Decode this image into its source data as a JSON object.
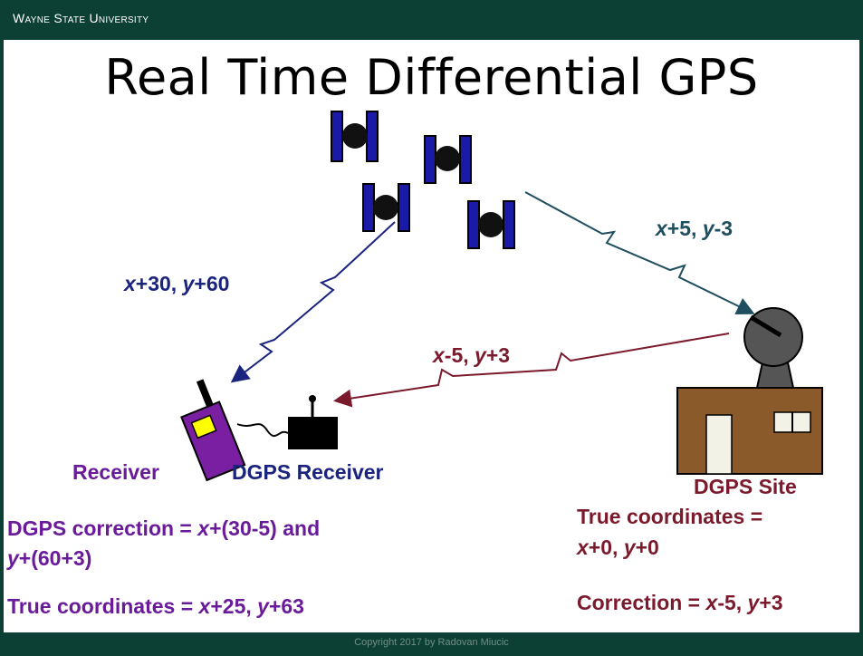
{
  "header": {
    "institution": "Wayne State University"
  },
  "title": "Real Time Differential GPS",
  "footer": {
    "copyright": "Copyright 2017 by Radovan Miucic"
  },
  "signals": {
    "to_receiver": {
      "x": "x",
      "x_val": "+30, ",
      "y": "y",
      "y_val": "+60"
    },
    "to_site": {
      "x": "x",
      "x_val": "+5, ",
      "y": "y",
      "y_val": "-3"
    },
    "broadcast": {
      "x": "x",
      "x_val": "-5, ",
      "y": "y",
      "y_val": "+3"
    }
  },
  "labels": {
    "receiver": "Receiver",
    "dgps_receiver": "DGPS Receiver",
    "dgps_site": "DGPS Site"
  },
  "left_text": {
    "line1_a": "DGPS correction = ",
    "line1_x": "x",
    "line1_b": "+(30-5) and",
    "line2_y": "y",
    "line2_b": "+(60+3)",
    "line3_a": "True coordinates = ",
    "line3_x": "x",
    "line3_b": "+25, ",
    "line3_y": "y",
    "line3_c": "+63"
  },
  "right_text": {
    "line1": "True coordinates =",
    "line2_x": "x",
    "line2_b": "+0, ",
    "line2_y": "y",
    "line2_c": "+0",
    "line3_a": "Correction = ",
    "line3_x": "x",
    "line3_b": "-5, ",
    "line3_y": "y",
    "line3_c": "+3"
  },
  "colors": {
    "header": "#0d4034",
    "satellite_panel": "#1a1aa6",
    "receiver_signal": "#1a237e",
    "site_signal": "#1f4e5f",
    "broadcast_signal": "#7b1a2c",
    "receiver_body": "#7b1fa2",
    "building": "#8b5a2b",
    "label_purple": "#6a1b9a"
  }
}
